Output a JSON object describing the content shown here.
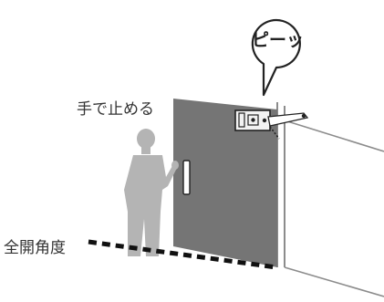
{
  "callout": {
    "beep_text": "ピーッ"
  },
  "labels": {
    "stop_by_hand": "手で止める",
    "full_open_angle": "全開角度"
  },
  "colors": {
    "door": "#757575",
    "person": "#b4b4b4",
    "wall": "#8c8c8c",
    "text": "#333333"
  }
}
